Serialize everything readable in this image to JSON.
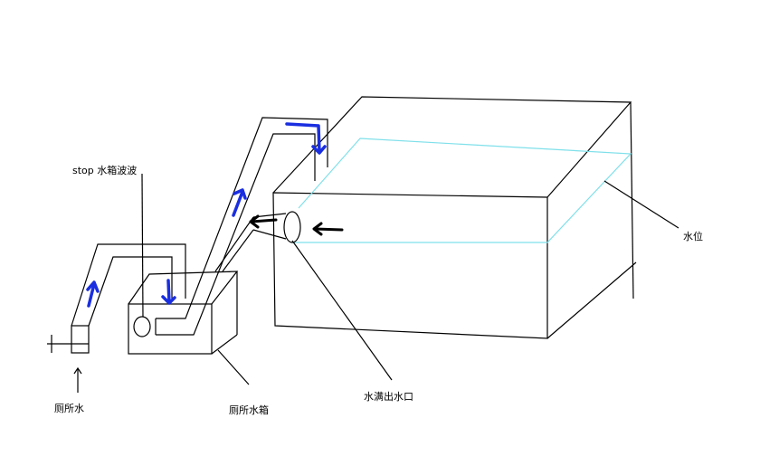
{
  "labels": {
    "stop_label": "stop 水箱波波",
    "water_level": "水位",
    "overflow_outlet": "水满出水口",
    "toilet_tank": "厕所水箱",
    "toilet_water": "厕所水"
  },
  "colors": {
    "line": "#000000",
    "water_level_line": "#7fe0ea",
    "flow_arrow": "#1a2ee0"
  }
}
